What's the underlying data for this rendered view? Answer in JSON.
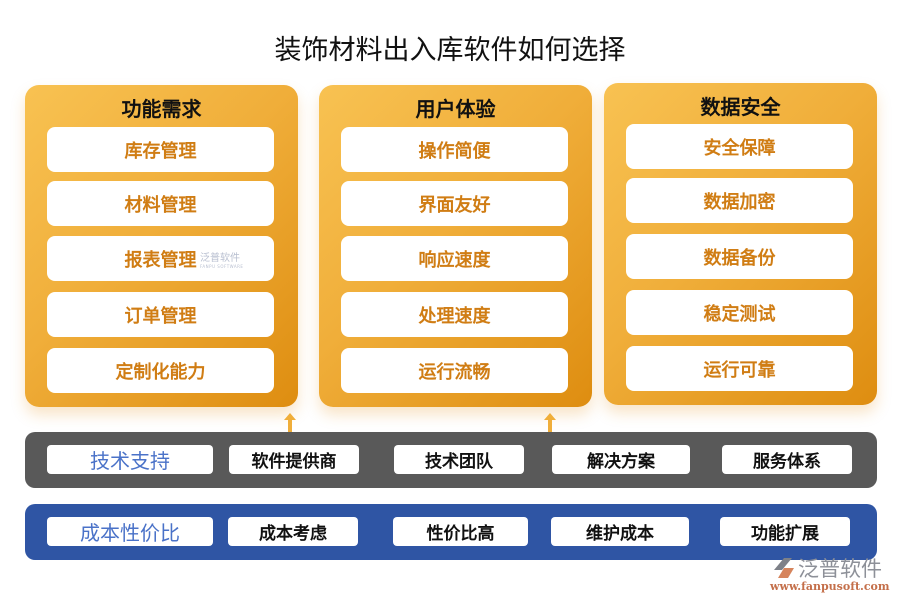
{
  "title": "装饰材料出入库软件如何选择",
  "panels": [
    {
      "title": "功能需求",
      "items": [
        "库存管理",
        "材料管理",
        "报表管理",
        "订单管理",
        "定制化能力"
      ]
    },
    {
      "title": "用户体验",
      "items": [
        "操作简便",
        "界面友好",
        "响应速度",
        "处理速度",
        "运行流畅"
      ]
    },
    {
      "title": "数据安全",
      "items": [
        "安全保障",
        "数据加密",
        "数据备份",
        "稳定测试",
        "运行可靠"
      ]
    }
  ],
  "tech_support": {
    "label": "技术支持",
    "items": [
      "软件提供商",
      "技术团队",
      "解决方案",
      "服务体系"
    ]
  },
  "cost_performance": {
    "label": "成本性价比",
    "items": [
      "成本考虑",
      "性价比高",
      "维护成本",
      "功能扩展"
    ]
  },
  "watermark": {
    "inline_text": "泛普软件",
    "inline_sub": "FANPU SOFTWARE",
    "logo_name": "泛普软件",
    "logo_url": "www.fanpusoft.com"
  },
  "colors": {
    "panel_gradient_start": "#f8c252",
    "panel_gradient_end": "#de8d10",
    "item_text": "#d07d14",
    "tech_band": "#595959",
    "cost_band": "#2f55a4",
    "band_label_text": "#4a72c8",
    "arrow": "#f0ae3a"
  }
}
